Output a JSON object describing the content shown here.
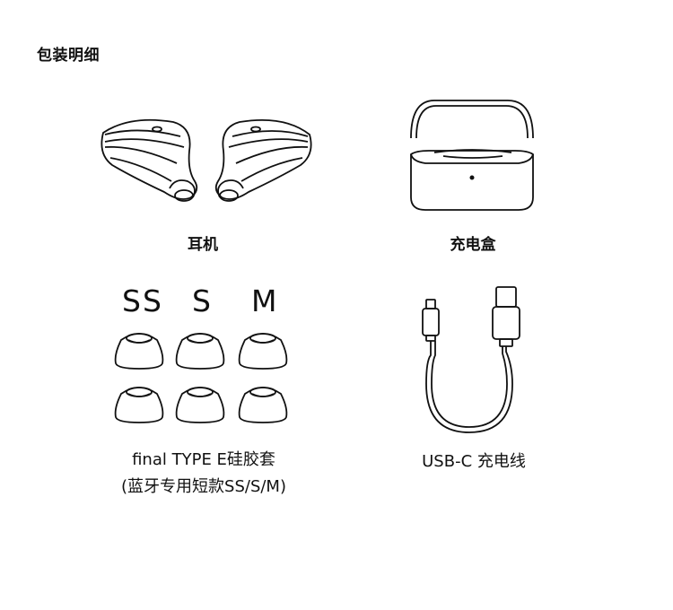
{
  "section_title": "包装明细",
  "items": {
    "earphones": {
      "label": "耳机",
      "icon": "earbuds-icon"
    },
    "case": {
      "label": "充电盒",
      "icon": "charging-case-icon"
    },
    "tips": {
      "label_line1": "final TYPE E硅胶套",
      "label_line2": "(蓝牙专用短款SS/S/M)",
      "sizes": [
        "SS",
        "S",
        "M"
      ],
      "icon": "ear-tips-icon"
    },
    "cable": {
      "label": "USB-C 充电线",
      "icon": "usb-c-cable-icon"
    }
  }
}
